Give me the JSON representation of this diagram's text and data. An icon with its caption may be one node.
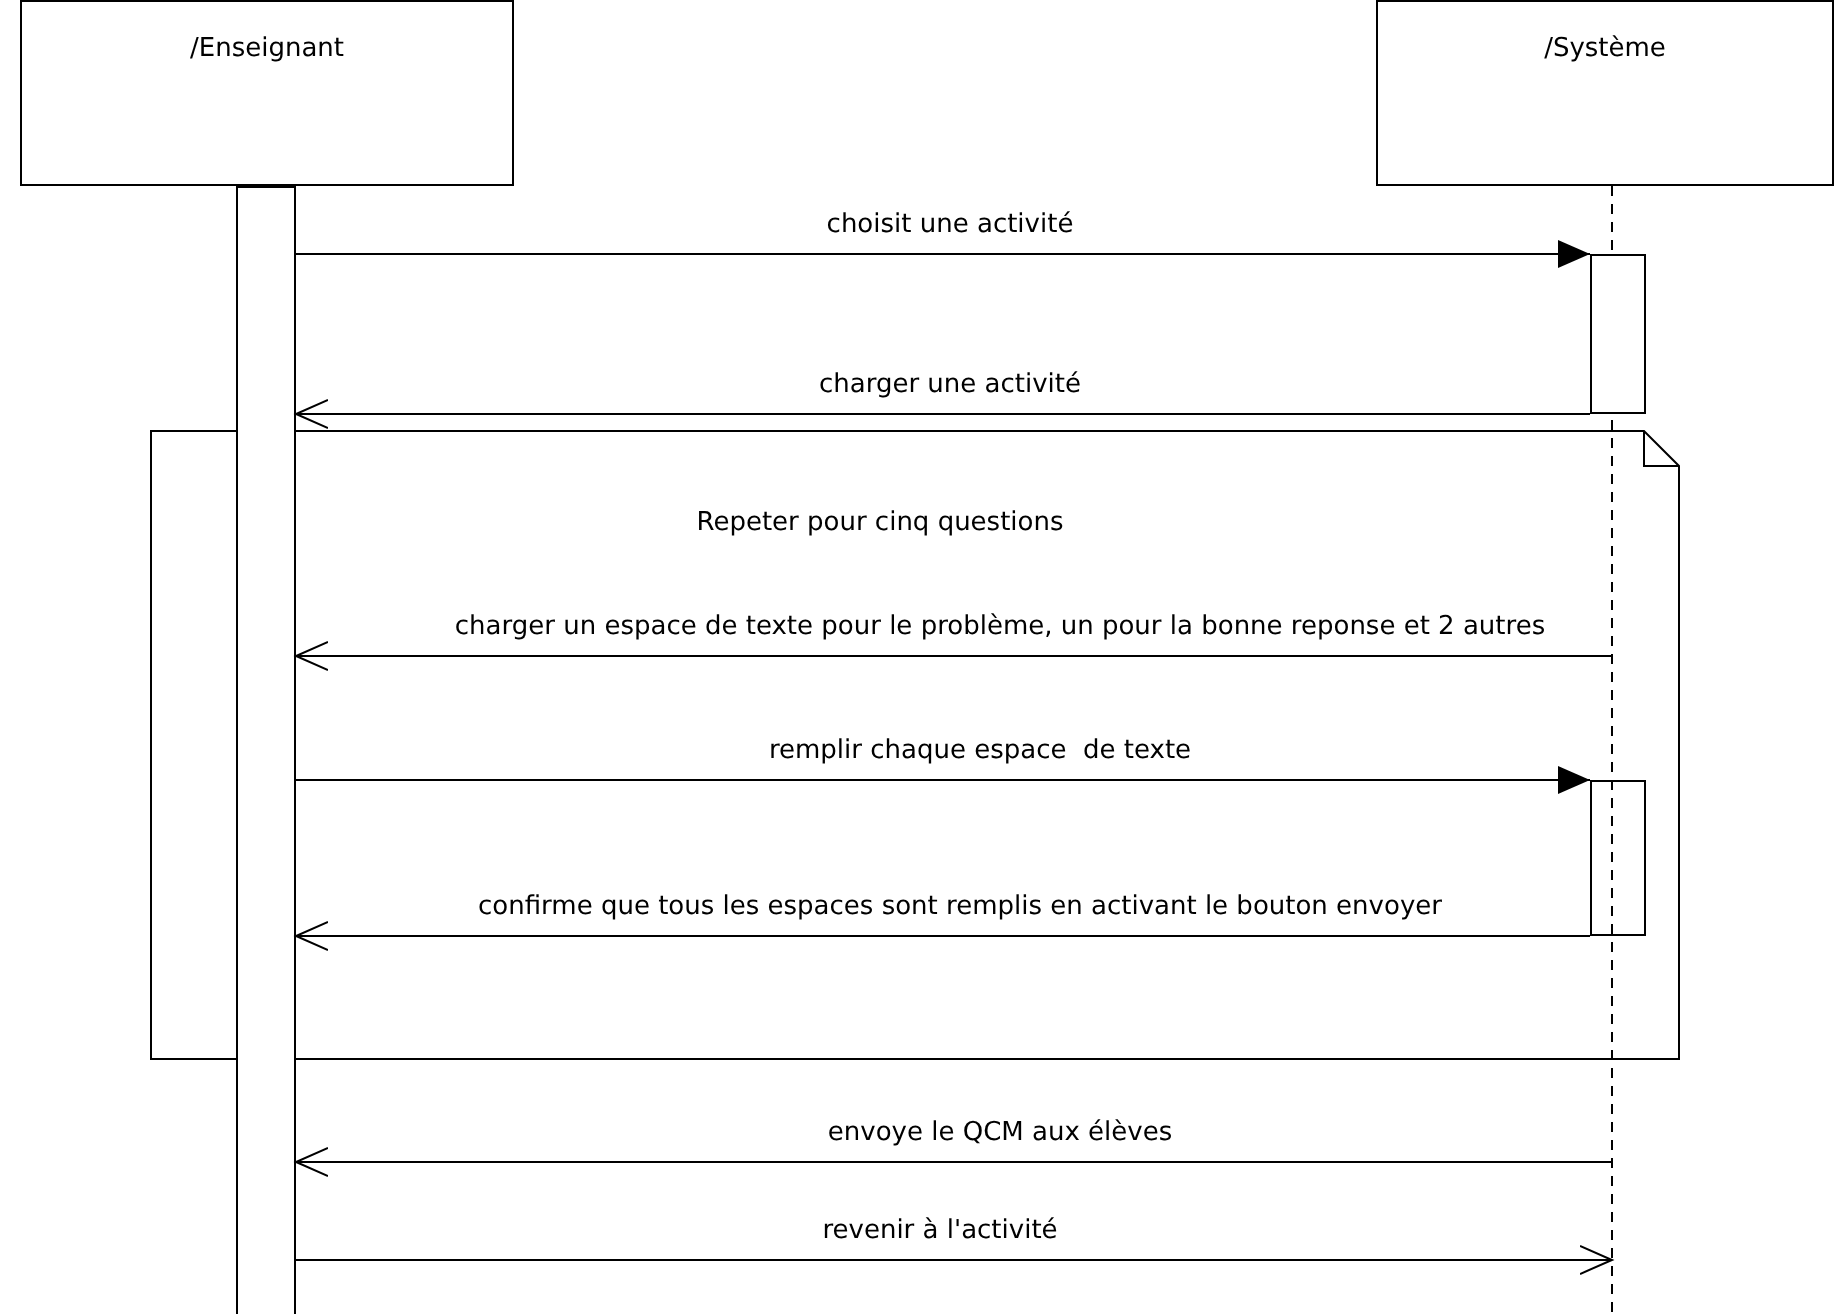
{
  "diagram": {
    "nodes": [
      {
        "text": [
          "/Enseignant"
        ]
      },
      {
        "text": [
          "/Système"
        ]
      },
      {
        "text": [],
        "shape": "bar"
      },
      {
        "text": [],
        "shape": "line"
      },
      {
        "text": [],
        "shape": "bar"
      },
      {
        "text": [
          "Repeter pour cinq questions"
        ]
      },
      {
        "text": [],
        "shape": "bar",
        "in": 5
      }
    ],
    "edges": [
      {
        "from": 2,
        "to": 4,
        "arrow": "to",
        "label": "choisit une activité"
      },
      {
        "from": 4,
        "to": 2,
        "arrow": "to",
        "label": "charger une activité"
      },
      {
        "from": 3,
        "to": 2,
        "arrow": "to",
        "label": "charger un espace de texte pour le problème, un pour la bonne reponse et 2 autres"
      },
      {
        "from": 2,
        "to": 6,
        "arrow": "to",
        "label": "remplir chaque espace  de texte"
      },
      {
        "from": 6,
        "to": 2,
        "arrow": "to",
        "label": "confirme que tous les espaces sont remplis en activant le bouton envoyer"
      },
      {
        "from": 3,
        "to": 2,
        "arrow": "to",
        "label": "envoye le QCM aux élèves"
      },
      {
        "from": 2,
        "to": 3,
        "arrow": "to",
        "label": "revenir à l'activité"
      }
    ]
  }
}
